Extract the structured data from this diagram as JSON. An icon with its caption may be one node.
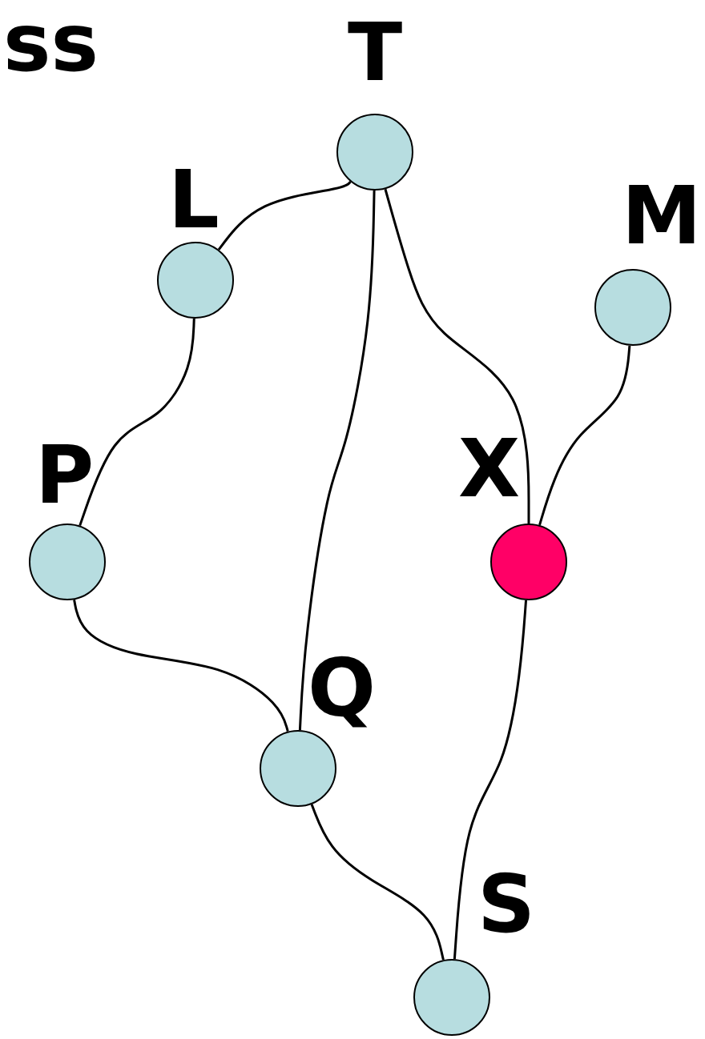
{
  "diagram": {
    "nodes": [
      {
        "text": [],
        "shape": "circle",
        "beside": [
          "T"
        ]
      },
      {
        "text": [],
        "shape": "circle",
        "beside": [
          "L"
        ]
      },
      {
        "text": [],
        "shape": "circle",
        "beside": [
          "M"
        ]
      },
      {
        "text": [],
        "shape": "circle",
        "beside": [
          "P"
        ]
      },
      {
        "text": [],
        "shape": "circle",
        "beside": [
          "X"
        ]
      },
      {
        "text": [],
        "shape": "circle",
        "beside": [
          "Q"
        ]
      },
      {
        "text": [],
        "shape": "circle",
        "beside": [
          "S"
        ]
      }
    ],
    "edges": [
      {
        "from": 0,
        "to": 1,
        "arrow": "none"
      },
      {
        "from": 1,
        "to": 3,
        "arrow": "none"
      },
      {
        "from": 3,
        "to": 5,
        "arrow": "none"
      },
      {
        "from": 0,
        "to": 5,
        "arrow": "none"
      },
      {
        "from": 0,
        "to": 4,
        "arrow": "none"
      },
      {
        "from": 2,
        "to": 4,
        "arrow": "none"
      },
      {
        "from": 4,
        "to": 6,
        "arrow": "none"
      },
      {
        "from": 5,
        "to": 6,
        "arrow": "none"
      }
    ],
    "labels": [
      "ss"
    ]
  }
}
